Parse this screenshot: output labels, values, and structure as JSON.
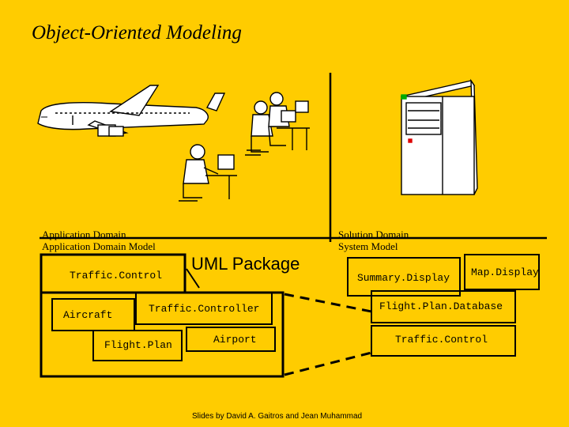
{
  "slide": {
    "title": "Object-Oriented Modeling",
    "left_labels": [
      "Application Domain",
      "Application Domain Model"
    ],
    "right_labels": [
      "Solution Domain",
      "System Model"
    ],
    "package_label": "UML Package",
    "application_model": {
      "package": "Traffic.Control",
      "classes": [
        "Aircraft",
        "Traffic.Controller",
        "Flight.Plan",
        "Airport"
      ]
    },
    "system_model": {
      "classes": [
        "Summary.Display",
        "Map.Display",
        "Flight.Plan.Database",
        "Traffic.Control"
      ]
    },
    "credit": "Slides by David A. Gaitros and Jean Muhammad"
  }
}
